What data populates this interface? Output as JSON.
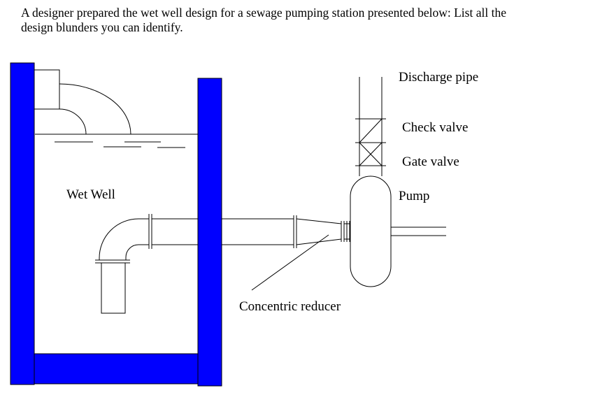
{
  "question": {
    "line1": "A designer prepared the wet well design for a sewage pumping station presented below:  List all the",
    "line2": "design blunders you can identify."
  },
  "labels": {
    "wet_well": "Wet Well",
    "discharge_pipe": "Discharge pipe",
    "check_valve": "Check valve",
    "gate_valve": "Gate valve",
    "pump": "Pump",
    "concentric_reducer": "Concentric reducer"
  },
  "colors": {
    "wall": "#0000ff",
    "line": "#000000"
  }
}
